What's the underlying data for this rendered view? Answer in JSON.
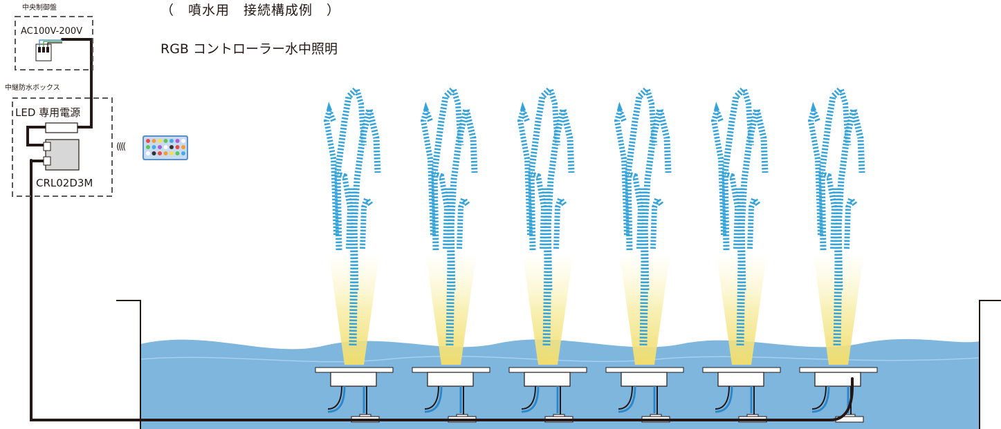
{
  "title": "（　噴水用　接続構成例　）",
  "subtitle": "RGB コントローラー水中照明",
  "central_panel": {
    "label": "中央制御盤",
    "voltage": "AC100V-200V"
  },
  "relay_box": {
    "label": "中継防水ボックス",
    "power_supply": "LED 専用電源",
    "controller_model": "CRL02D3M"
  },
  "wireless_symbol": "((((",
  "remote_icon": "rgb-remote-control-icon",
  "fountain_count": 6,
  "colors": {
    "water": "#7fb6de",
    "water_light": "#a9d0ec",
    "jet": "#36a3d9",
    "light_beam": "#f3e48a",
    "cable": "#231815",
    "cable_blue": "#2e87c8",
    "dashed_box": "#595757"
  }
}
